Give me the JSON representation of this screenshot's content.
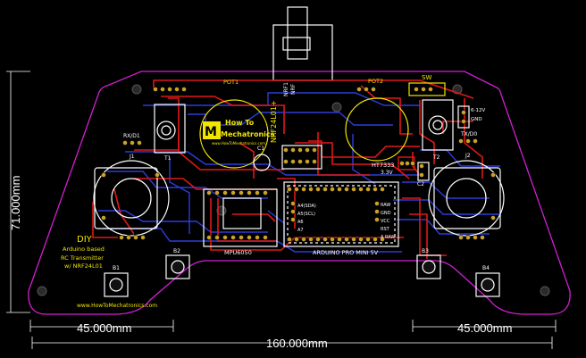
{
  "board": {
    "colors": {
      "background": "#000000",
      "outline": "#d21fd2",
      "top_copper": "#e01818",
      "bottom_copper": "#2a3ed8",
      "silkscreen": "#ffffff",
      "logo": "#f2e600",
      "pad": "#c9a227",
      "dimension": "#ffffff"
    }
  },
  "dimensions": {
    "height": "71.000mm",
    "left_width": "45.000mm",
    "right_width": "45.000mm",
    "total_width": "160.000mm"
  },
  "components": {
    "pot1": "POT1",
    "pot2": "POT2",
    "sw": "SW",
    "nrf_a": "NRF1",
    "nrf_b": "NRF",
    "nrf_module": "NRF24L01+",
    "rx": "RX/D1",
    "tx": "TX/D0",
    "j1": "J1",
    "j2": "J2",
    "t1": "T1",
    "t2": "T2",
    "c1": "C1",
    "c2": "C2",
    "ht": "HT7333",
    "ht_v": "3.3V",
    "b1": "B1",
    "b2": "B2",
    "b3": "B3",
    "b4": "B4",
    "mpu": "MPU6050",
    "arduino": "ARDUINO PRO MINI 5V",
    "v_in": "6-12V",
    "gnd": "GND"
  },
  "labels": {
    "diy": "DIY",
    "l1": "Arduino based",
    "l2": "RC Transmitter",
    "l3": "w/ NRF24L01",
    "url": "www.HowToMechatronics.com"
  },
  "logo": {
    "line1": "How To",
    "line2": "Mechatronics",
    "url": "www.HowToMechatronics.com"
  },
  "arduino_pins": {
    "a4": "A4(SDA)",
    "a5": "A5(SCL)",
    "a6": "A6",
    "a7": "A7",
    "raw": "RAW",
    "gnd": "GND",
    "vcc": "VCC",
    "rst": "RST",
    "a_raw": "A RAW"
  }
}
